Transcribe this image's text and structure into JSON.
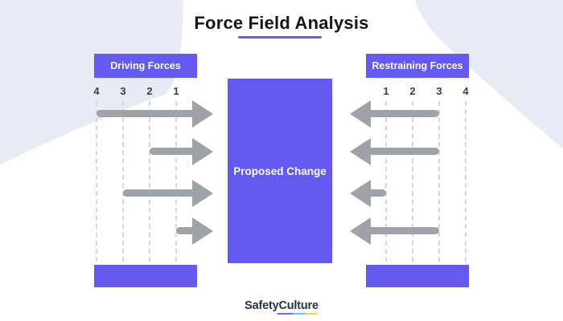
{
  "title": "Force Field Analysis",
  "diagram": {
    "center_label": "Proposed Change",
    "driving": {
      "label": "Driving Forces",
      "scale": [
        "4",
        "3",
        "2",
        "1"
      ],
      "values": [
        4,
        2,
        3,
        1
      ]
    },
    "restraining": {
      "label": "Restraining Forces",
      "scale": [
        "1",
        "2",
        "3",
        "4"
      ],
      "values": [
        3,
        3,
        1,
        3
      ]
    }
  },
  "footer": {
    "logo_text_1": "Safety",
    "logo_text_2": "Culture"
  },
  "colors": {
    "purple": "#6459F0",
    "blob_lavender": "#E9EBF4",
    "arrow_gray": "#9EA3A9",
    "number_color": "#33424E",
    "title_color": "#12161D",
    "logo_navy": "#273248",
    "logo_underline": [
      "#7B61FF",
      "#56CCF2",
      "#FFD43B"
    ]
  }
}
